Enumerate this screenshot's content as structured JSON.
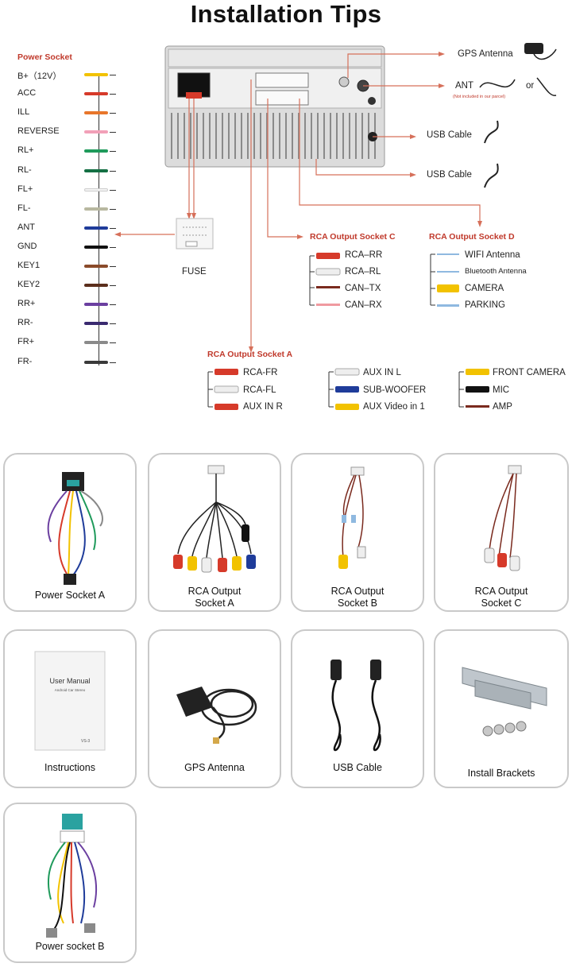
{
  "title": "Installation Tips",
  "power_socket": {
    "heading": "Power Socket",
    "pins": [
      {
        "label": "B+（12V）",
        "color": "#f2c200"
      },
      {
        "label": "ACC",
        "color": "#d63a2a"
      },
      {
        "label": "ILL",
        "color": "#e8762b"
      },
      {
        "label": "REVERSE",
        "color": "#f2a0b8"
      },
      {
        "label": "RL+",
        "color": "#1f9a5b"
      },
      {
        "label": "RL-",
        "color": "#146f43"
      },
      {
        "label": "FL+",
        "color": "#f4f4f4"
      },
      {
        "label": "FL-",
        "color": "#b8b8a0"
      },
      {
        "label": "ANT",
        "color": "#1f3c9a"
      },
      {
        "label": "GND",
        "color": "#111111"
      },
      {
        "label": "KEY1",
        "color": "#8a4a2a"
      },
      {
        "label": "KEY2",
        "color": "#5b2e1c"
      },
      {
        "label": "RR+",
        "color": "#6b3fa0"
      },
      {
        "label": "RR-",
        "color": "#3a2a70"
      },
      {
        "label": "FR+",
        "color": "#8a8a8a"
      },
      {
        "label": "FR-",
        "color": "#3a3a3a"
      }
    ]
  },
  "fuse_label": "FUSE",
  "right_items": {
    "gps": "GPS Antenna",
    "ant": "ANT",
    "ant_note": "(Not included in our parcel)",
    "or": "or",
    "usb1": "USB  Cable",
    "usb2": "USB Cable"
  },
  "socket_c": {
    "heading": "RCA Output Socket C",
    "items": [
      "RCA–RR",
      "RCA–RL",
      "CAN–TX",
      "CAN–RX"
    ]
  },
  "socket_d": {
    "heading": "RCA Output Socket D",
    "items": [
      "WIFI Antenna",
      "Bluetooth Antenna",
      "CAMERA",
      "PARKING"
    ]
  },
  "socket_a": {
    "heading": "RCA Output Socket A",
    "col1": [
      "RCA-FR",
      "RCA-FL",
      "AUX IN R"
    ],
    "col2": [
      "AUX IN L",
      "SUB-WOOFER",
      "AUX Video in 1"
    ],
    "col3": [
      "FRONT CAMERA",
      "MIC",
      "AMP"
    ]
  },
  "products": [
    {
      "caption": "Power Socket A",
      "icon": "power-harness-a"
    },
    {
      "caption": "RCA Output\nSocket A",
      "icon": "rca-harness-a"
    },
    {
      "caption": "RCA Output\nSocket B",
      "icon": "rca-harness-b"
    },
    {
      "caption": "RCA Output\nSocket C",
      "icon": "rca-harness-c"
    },
    {
      "caption": "Instructions",
      "icon": "user-manual",
      "manual_title": "User Manual",
      "manual_sub": "Android Car Stereo",
      "manual_code": "VS-3"
    },
    {
      "caption": "GPS Antenna",
      "icon": "gps-antenna"
    },
    {
      "caption": "USB Cable",
      "icon": "usb-cables"
    },
    {
      "caption": "Install  Brackets",
      "icon": "brackets-screws"
    },
    {
      "caption": "Power socket B",
      "icon": "power-harness-b"
    }
  ],
  "colors": {
    "accent": "#c0392b",
    "line": "#d6705a",
    "card_border": "#c9c9c9"
  }
}
